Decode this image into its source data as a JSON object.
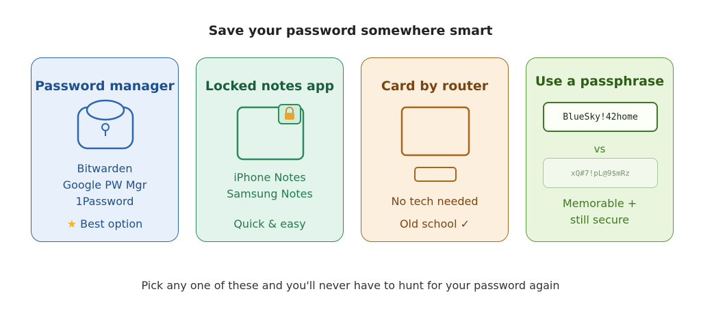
{
  "title": "Save your password somewhere smart",
  "footer": "Pick any one of these and you'll never have to hunt for your password again",
  "colors": {
    "blue_border": "#2d66b0",
    "blue_bg": "#e8f0fb",
    "green_border": "#2e8a5a",
    "green_bg": "#e3f4ec",
    "orange_border": "#a4671e",
    "orange_bg": "#fdefdd",
    "lime_border": "#5a9a3a",
    "lime_bg": "#e9f5dd"
  },
  "cards": [
    {
      "heading": "Password manager",
      "icon": "padlock-icon",
      "lines": [
        "Bitwarden",
        "Google PW Mgr",
        "1Password"
      ],
      "note": "Best option",
      "note_icon": "star-icon"
    },
    {
      "heading": "Locked notes app",
      "icon": "locked-note-icon",
      "lines": [
        "iPhone Notes",
        "Samsung Notes"
      ],
      "note": "Quick & easy"
    },
    {
      "heading": "Card by router",
      "icon": "router-card-icon",
      "lines": [
        "No tech needed"
      ],
      "note": "Old school ✓"
    },
    {
      "heading": "Use a passphrase",
      "strong_example": "BlueSky!42home",
      "versus": "vs",
      "weak_example": "xQ#7!pL@9$mRz",
      "lines": [
        "Memorable +",
        "still secure"
      ]
    }
  ]
}
